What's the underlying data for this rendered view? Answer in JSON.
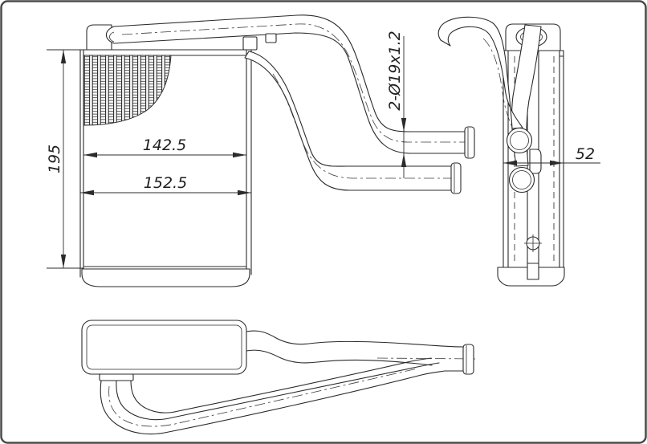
{
  "drawing": {
    "background": "#ffffff",
    "line_color": "#2b2b2b",
    "description": "engineering drawing, heater core with two outlet pipes, three orthographic views"
  },
  "dimensions": {
    "height": "195",
    "core_width": "142.5",
    "overall_width": "152.5",
    "pipe_spec": "2-Ø19x1.2",
    "depth": "52"
  }
}
